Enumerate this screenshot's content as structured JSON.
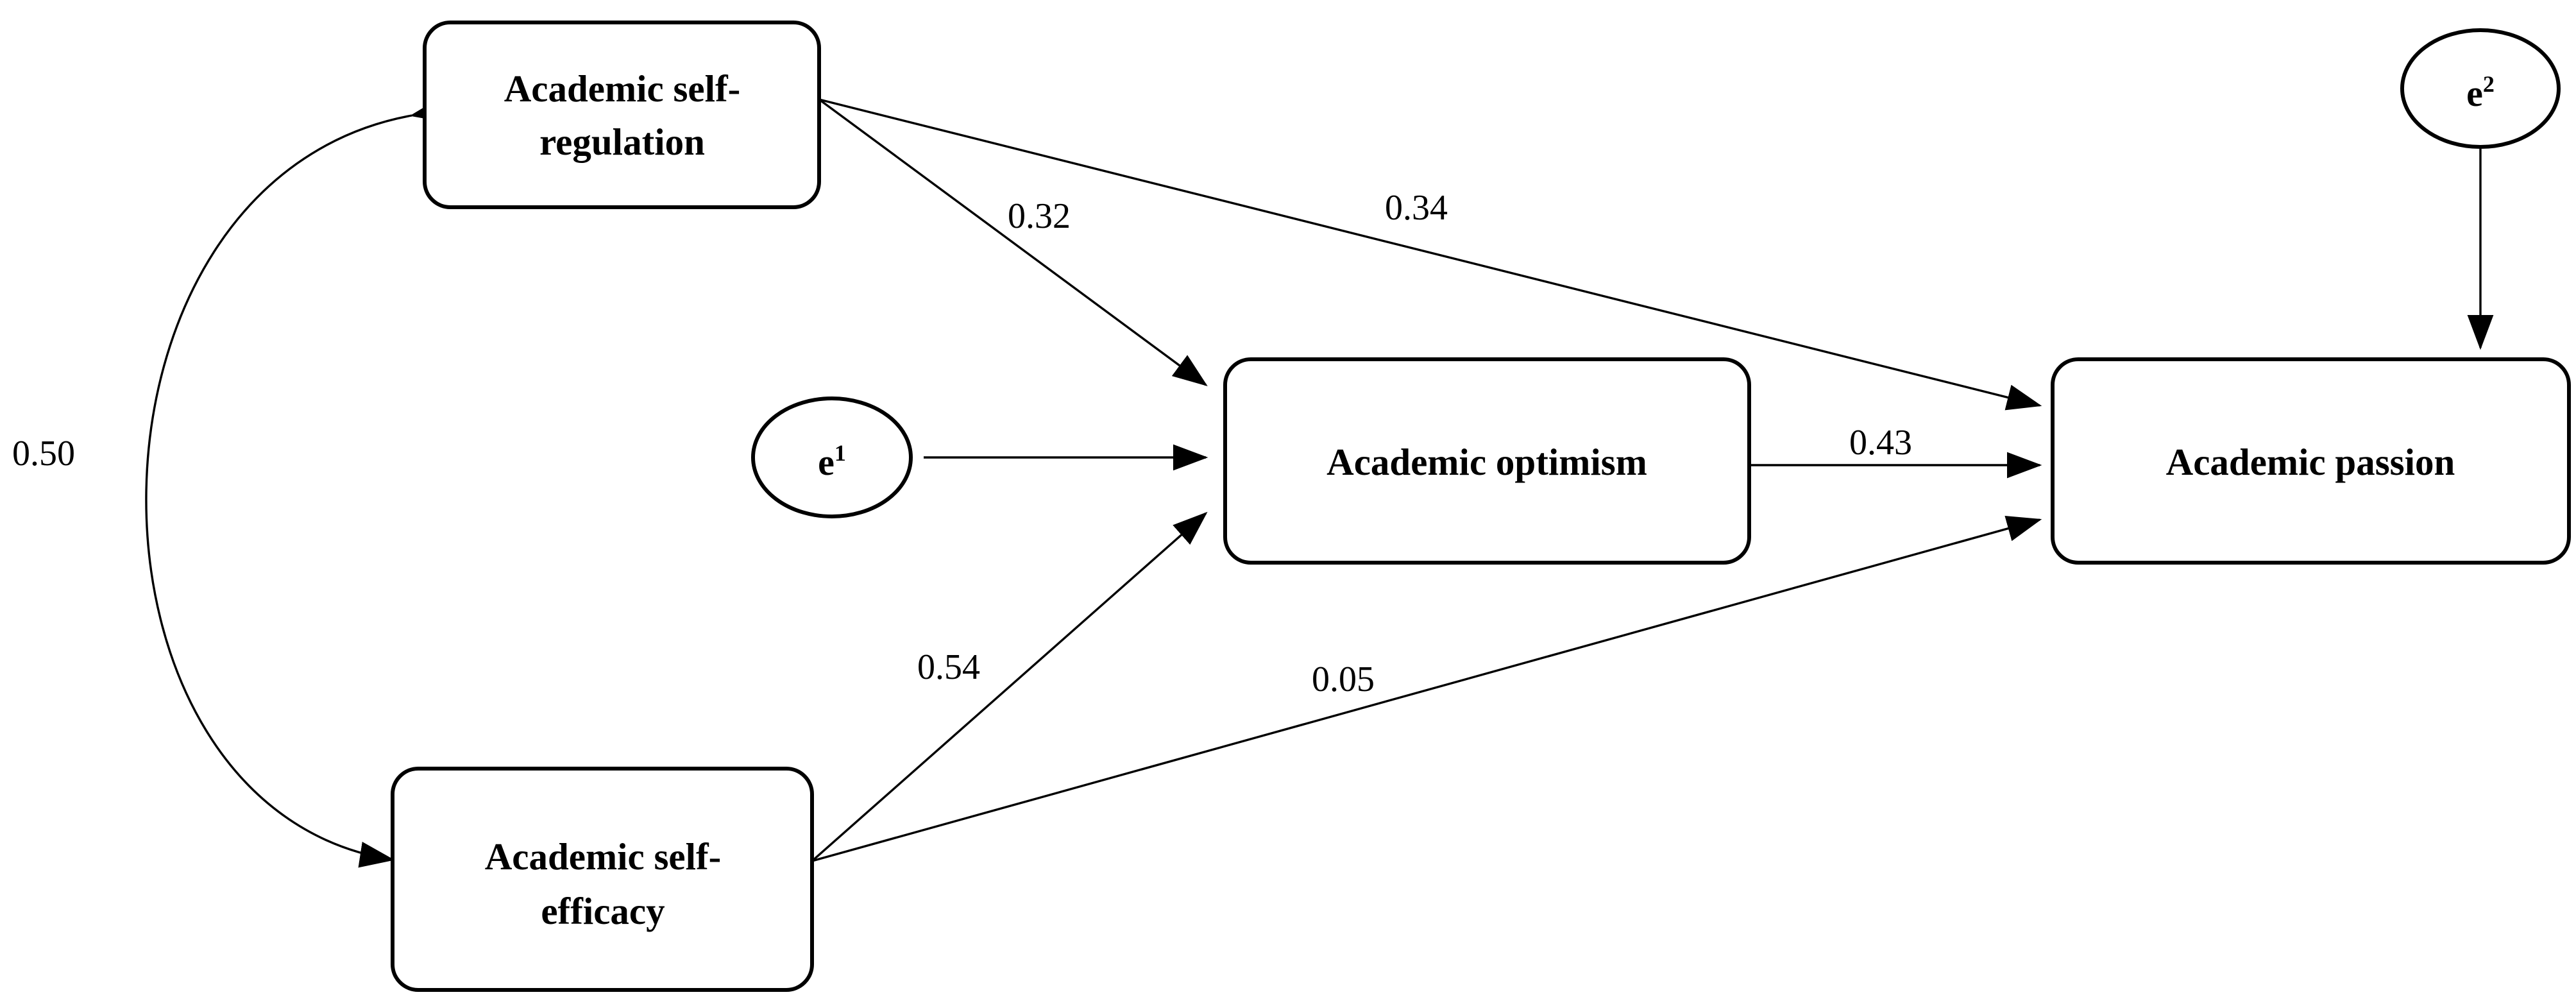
{
  "nodes": {
    "self_regulation": {
      "lines": [
        "Academic self-",
        "regulation"
      ]
    },
    "self_efficacy": {
      "lines": [
        "Academic self-",
        "efficacy"
      ]
    },
    "optimism": {
      "lines": [
        "Academic optimism"
      ]
    },
    "passion": {
      "lines": [
        "Academic passion"
      ]
    },
    "e1": {
      "base": "e",
      "sup": "1"
    },
    "e2": {
      "base": "e",
      "sup": "2"
    }
  },
  "paths": [
    {
      "id": "regulation-to-optimism",
      "from": "Academic self-regulation",
      "to": "Academic optimism",
      "coefficient": "0.32"
    },
    {
      "id": "regulation-to-passion",
      "from": "Academic self-regulation",
      "to": "Academic passion",
      "coefficient": "0.34"
    },
    {
      "id": "efficacy-to-optimism",
      "from": "Academic self-efficacy",
      "to": "Academic optimism",
      "coefficient": "0.54"
    },
    {
      "id": "efficacy-to-passion",
      "from": "Academic self-efficacy",
      "to": "Academic passion",
      "coefficient": "0.05"
    },
    {
      "id": "optimism-to-passion",
      "from": "Academic optimism",
      "to": "Academic passion",
      "coefficient": "0.43"
    },
    {
      "id": "regulation-efficacy-covariance",
      "from": "Academic self-regulation",
      "to": "Academic self-efficacy",
      "coefficient": "0.50"
    }
  ]
}
